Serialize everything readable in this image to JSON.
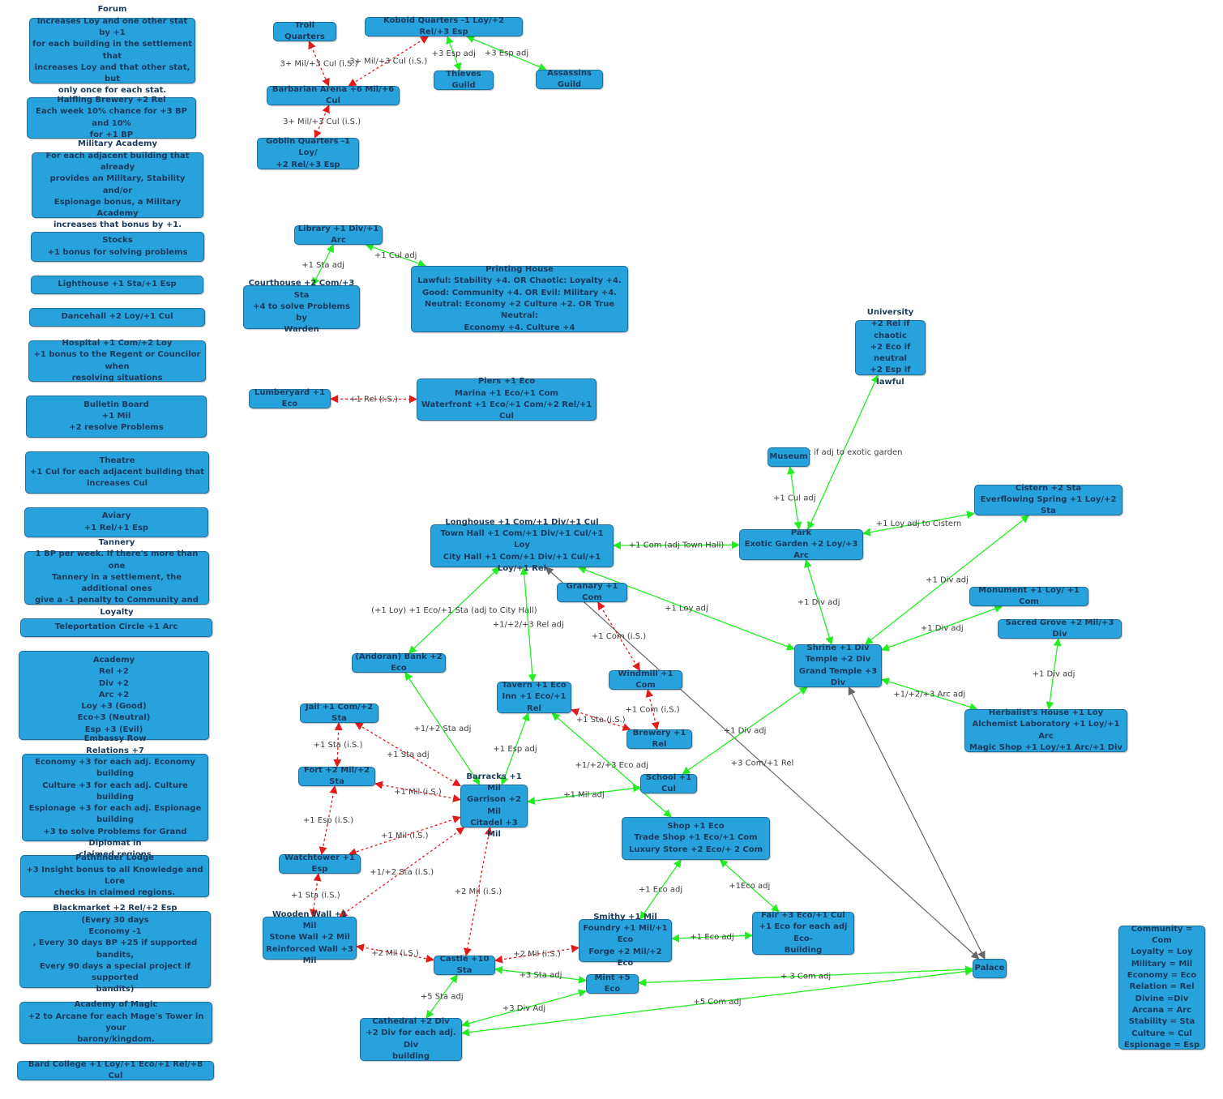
{
  "colors": {
    "node": "#28a2dc",
    "node_border": "#1e6f99",
    "positive": "#22ee22",
    "negative": "#e21b1b",
    "neutral": "#666666"
  },
  "nodes": {
    "forum": "Forum\nIncreases Loy and one other stat by +1\nfor each building in the settlement that\nincreases Loy and that other stat, but\nonly once for each stat.",
    "halfling_brewery": "Halfling Brewery +2 Rel\nEach week 10% chance for +3 BP and 10%\nfor +1 BP",
    "military_academy": "Military Academy\nFor each adjacent building that already\nprovides an Military, Stability and/or\nEspionage bonus, a Military Academy\nincreases that bonus by +1.",
    "stocks": "Stocks\n+1 bonus for solving problems",
    "lighthouse": "Lighthouse +1 Sta/+1 Esp",
    "dancehall": "Dancehall +2 Loy/+1 Cul",
    "hospital": "Hospital +1 Com/+2 Loy\n+1 bonus to the Regent or Councilor when\nresolving situations",
    "bulletin_board": "Bulletin Board\n+1 Mil\n+2 resolve Problems",
    "theatre": "Theatre\n+1 Cul for each adjacent building that\nincreases Cul",
    "aviary": "Aviary\n+1 Rel/+1 Esp",
    "tannery": "Tannery\n1 BP per week. If there's more than one\nTannery in a settlement, the additional ones\ngive a -1 penalty to Community and Loyalty",
    "teleportation_circle": "Teleportation Circle +1 Arc",
    "academy": "Academy\nRel +2\nDiv +2\nArc +2\nLoy +3 (Good)\nEco+3 (Neutral)\nEsp +3 (Evil)",
    "embassy_row": "Embassy Row\nRelations +7\nEconomy +3 for each adj. Economy building\nCulture +3 for each adj. Culture building\nEspionage +3 for each adj. Espionage building\n+3 to solve Problems for Grand Diplomat in\nclaimed regions",
    "pathfinder_lodge": "Pathfinder Lodge\n+3 Insight bonus to all Knowledge and Lore\nchecks in claimed regions.",
    "blackmarket": "Blackmarket +2 Rel/+2 Esp\n(Every 30 days\nEconomy -1\n, Every 30 days BP +25 if supported bandits,\nEvery 90 days a special project if supported\nbandits)",
    "academy_of_magic": "Academy of Magic\n+2 to Arcane for each Mage's Tower in your\nbarony/kingdom.",
    "bard_college": "Bard College +1 Loy/+1 Eco/+1 Rel/+8 Cul",
    "troll_quarters": "Troll Quarters",
    "kobold_quarters": "Kobold Quarters -1 Loy/+2 Rel/+3 Esp",
    "thieves_guild": "Thieves Guild",
    "assassins_guild": "Assassins Guild",
    "barbarian_arena": "Barbarian Arena +6 Mil/+6 Cul",
    "goblin_quarters": "Goblin Quarters -1 Loy/\n+2 Rel/+3 Esp",
    "library": "Library +1 Div/+1 Arc",
    "courthouse": "Courthouse +2 Com/+3 Sta\n+4 to solve Problems by\nWarden",
    "printing_house": "Printing House\nLawful: Stability +4. OR Chaotic: Loyalty +4.\nGood: Community +4. OR Evil: Military +4.\nNeutral: Economy +2 Culture +2. OR True Neutral:\nEconomy +4. Culture +4",
    "lumberyard": "Lumberyard +1 Eco",
    "piers": "Piers +1 Eco\nMarina +1 Eco/+1 Com\nWaterfront +1 Eco/+1 Com/+2 Rel/+1 Cul",
    "university": "University\n+2 Rel if chaotic\n+2 Eco if neutral\n+2 Esp if lawful",
    "museum": "Museum",
    "cistern": "Cistern +2 Sta\nEverflowing Spring +1 Loy/+2 Sta",
    "park": "Park\nExotic Garden +2 Loy/+3 Arc",
    "longhouse": "Longhouse +1 Com/+1 Div/+1 Cul\nTown Hall +1 Com/+1 Div/+1 Cul/+1 Loy\nCity Hall +1 Com/+1 Div/+1 Cul/+1 Loy/+1 Rel",
    "monument": "Monument +1 Loy/ +1 Com",
    "sacred_grove": "Sacred Grove +2 Mil/+3 Div",
    "granary": "Granary +1 Com",
    "shrine": "Shrine +1 Div\nTemple +2 Div\nGrand Temple +3 Div",
    "windmill": "Windmill +1 Com",
    "bank": "(Andoran) Bank +2 Eco",
    "tavern": "Tavern +1 Eco\nInn +1 Eco/+1 Rel",
    "herbalist": "Herbalist's House +1 Loy\nAlchemist Laboratory +1 Loy/+1 Arc\nMagic Shop +1 Loy/+1 Arc/+1 Div",
    "jail": "Jail +1 Com/+2 Sta",
    "brewery": "Brewery +1 Rel",
    "fort": "Fort +2 Mil/+2 Sta",
    "barracks": "Barracks +1 Mil\nGarrison +2 Mil\nCitadel +3 Mil",
    "school": "School +1 Cul",
    "shop": "Shop +1 Eco\nTrade Shop +1 Eco/+1 Com\nLuxury Store +2 Eco/+ 2 Com",
    "watchtower": "Watchtower +1 Esp",
    "wooden_wall": "Wooden Wall +1 Mil\nStone Wall +2 Mil\nReinforced Wall +3 Mil",
    "smithy": "Smithy +1 Mil\nFoundry +1 Mil/+1 Eco\nForge +2 Mil/+2 Eco",
    "fair": "Fair +3 Eco/+1 Cul\n+1 Eco for each adj Eco-\nBuilding",
    "castle": "Castle +10 Sta",
    "palace": "Palace",
    "mint": "Mint +5 Eco",
    "cathedral": "Cathedral +2 Div\n+2 Div for each adj. Div\nbuilding",
    "legend": "Community = Com\nLoyalty = Loy\nMilitary = Mil\nEconomy = Eco\nRelation = Rel\nDivine =Div\nArcana = Arc\nStability = Sta\nCulture = Cul\nEspionage = Esp"
  },
  "edges": [
    {
      "from": "troll_quarters",
      "to": "barbarian_arena",
      "style": "negative",
      "label": "3+ Mil/+3 Cul (i.S.)"
    },
    {
      "from": "kobold_quarters",
      "to": "barbarian_arena",
      "style": "negative",
      "label": "3+ Mil/+3 Cul (i.S.)"
    },
    {
      "from": "goblin_quarters",
      "to": "barbarian_arena",
      "style": "negative",
      "label": "3+ Mil/+3 Cul (i.S.)"
    },
    {
      "from": "kobold_quarters",
      "to": "thieves_guild",
      "style": "positive",
      "label": "+3 Esp adj"
    },
    {
      "from": "kobold_quarters",
      "to": "assassins_guild",
      "style": "positive",
      "label": "+3 Esp adj"
    },
    {
      "from": "library",
      "to": "courthouse",
      "style": "positive",
      "label": "+1 Sta adj"
    },
    {
      "from": "library",
      "to": "printing_house",
      "style": "positive",
      "label": "+1 Cul adj"
    },
    {
      "from": "lumberyard",
      "to": "piers",
      "style": "negative",
      "label": "+1 Rel (i.S.)"
    },
    {
      "from": "university",
      "to": "park",
      "style": "positive",
      "label": "+2 Arc if adj to exotic garden"
    },
    {
      "from": "museum",
      "to": "park",
      "style": "positive",
      "label": "+1 Cul adj"
    },
    {
      "from": "cistern",
      "to": "park",
      "style": "positive",
      "label": "+1 Loy adj to Cistern"
    },
    {
      "from": "longhouse",
      "to": "park",
      "style": "positive",
      "label": "+1 Com (adj Town Hall)"
    },
    {
      "from": "park",
      "to": "shrine",
      "style": "positive",
      "label": "+1 Div adj"
    },
    {
      "from": "cistern",
      "to": "shrine",
      "style": "positive",
      "label": "+1 Div adj"
    },
    {
      "from": "monument",
      "to": "shrine",
      "style": "positive",
      "label": "+1 Div adj"
    },
    {
      "from": "herbalist",
      "to": "shrine",
      "style": "positive",
      "label": "+1/+2/+3 Arc adj"
    },
    {
      "from": "sacred_grove",
      "to": "herbalist",
      "style": "positive",
      "label": "+1 Div adj"
    },
    {
      "from": "longhouse",
      "to": "shrine",
      "style": "positive",
      "label": "+1 Loy adj"
    },
    {
      "from": "longhouse",
      "to": "bank",
      "style": "positive",
      "label": "(+1 Loy) +1 Eco/+1 Sta (adj to City Hall)"
    },
    {
      "from": "longhouse",
      "to": "tavern",
      "style": "positive",
      "label": "+1/+2/+3 Rel adj"
    },
    {
      "from": "longhouse",
      "to": "palace",
      "style": "neutral",
      "label": "+3 Com/+1 Rel"
    },
    {
      "from": "shrine",
      "to": "palace",
      "style": "neutral",
      "label": ""
    },
    {
      "from": "granary",
      "to": "windmill",
      "style": "negative",
      "label": "+1 Com (i.S.)"
    },
    {
      "from": "windmill",
      "to": "brewery",
      "style": "negative",
      "label": "+1 Com (i.S.)"
    },
    {
      "from": "tavern",
      "to": "brewery",
      "style": "negative",
      "label": "+1 Sta (i.S.)"
    },
    {
      "from": "tavern",
      "to": "barracks",
      "style": "positive",
      "label": "+1 Esp adj"
    },
    {
      "from": "tavern",
      "to": "shop",
      "style": "positive",
      "label": "+1/+2/+3 Eco adj"
    },
    {
      "from": "bank",
      "to": "barracks",
      "style": "positive",
      "label": "+1/+2 Sta adj"
    },
    {
      "from": "school",
      "to": "shrine",
      "style": "positive",
      "label": "+1 Div adj"
    },
    {
      "from": "barracks",
      "to": "school",
      "style": "positive",
      "label": "+1 Mil adj"
    },
    {
      "from": "jail",
      "to": "fort",
      "style": "negative",
      "label": "+1 Sta (i.S.)"
    },
    {
      "from": "fort",
      "to": "watchtower",
      "style": "negative",
      "label": "+1 Esp (i.S.)"
    },
    {
      "from": "watchtower",
      "to": "wooden_wall",
      "style": "negative",
      "label": "+1 Sta (i.S.)"
    },
    {
      "from": "barracks",
      "to": "jail",
      "style": "negative",
      "label": "+1 Sta adj"
    },
    {
      "from": "barracks",
      "to": "fort",
      "style": "negative",
      "label": "+1 Mil (i.S.)"
    },
    {
      "from": "barracks",
      "to": "watchtower",
      "style": "negative",
      "label": "+1 Mil (i.S.)"
    },
    {
      "from": "barracks",
      "to": "wooden_wall",
      "style": "negative",
      "label": "+1/+2 Sta (i.S.)"
    },
    {
      "from": "barracks",
      "to": "castle",
      "style": "negative",
      "label": "+2 Mil (i.S.)"
    },
    {
      "from": "wooden_wall",
      "to": "castle",
      "style": "negative",
      "label": "+2 Mil (i.S.)"
    },
    {
      "from": "smithy",
      "to": "castle",
      "style": "negative",
      "label": "+2 Mil (i.S.)"
    },
    {
      "from": "shop",
      "to": "smithy",
      "style": "positive",
      "label": "+1 Eco adj"
    },
    {
      "from": "shop",
      "to": "fair",
      "style": "positive",
      "label": "+1Eco adj"
    },
    {
      "from": "smithy",
      "to": "fair",
      "style": "positive",
      "label": "+1 Eco adj"
    },
    {
      "from": "castle",
      "to": "mint",
      "style": "positive",
      "label": "+3 Sta adj"
    },
    {
      "from": "palace",
      "to": "mint",
      "style": "positive",
      "label": "+ 3 Com adj"
    },
    {
      "from": "palace",
      "to": "cathedral",
      "style": "positive",
      "label": "+5 Com adj"
    },
    {
      "from": "mint",
      "to": "cathedral",
      "style": "positive",
      "label": "+3 Div Adj"
    },
    {
      "from": "castle",
      "to": "cathedral",
      "style": "positive",
      "label": "+5 Sta adj"
    }
  ]
}
